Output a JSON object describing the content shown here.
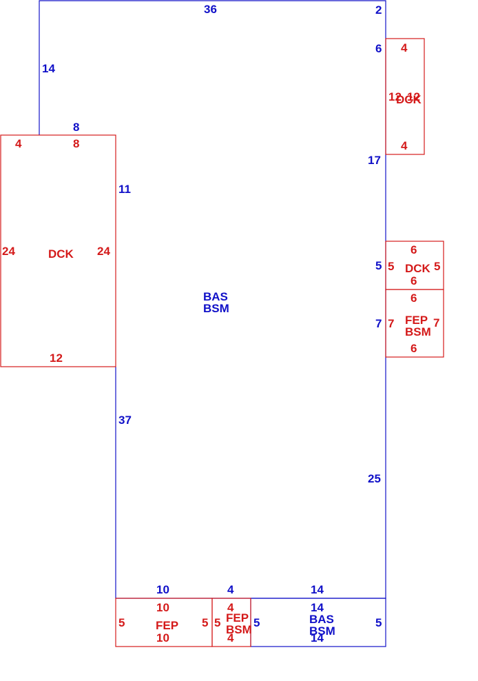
{
  "colors": {
    "main": "#1010c8",
    "addition": "#d41a1a"
  },
  "areas": {
    "main": {
      "code1": "BAS",
      "code2": "BSM"
    },
    "west_deck": {
      "code": "DCK"
    },
    "ne_deck": {
      "code": "DCK"
    },
    "east_deck": {
      "code": "DCK"
    },
    "east_porch": {
      "code1": "FEP",
      "code2": "BSM"
    },
    "south_porch": {
      "code": "FEP"
    },
    "south_porch_small": {
      "code1": "FEP",
      "code2": "BSM"
    },
    "south_bas": {
      "code1": "BAS",
      "code2": "BSM"
    }
  },
  "dims": {
    "main_top": "36",
    "main_right_top": "2",
    "main_left_top": "14",
    "main_step": "8",
    "main_left_mid": "11",
    "main_left_low": "37",
    "main_right_a": "6",
    "main_right_b": "17",
    "main_right_c": "5",
    "main_right_d": "7",
    "main_right_e": "25",
    "bottom_seg1": "10",
    "bottom_seg2": "4",
    "bottom_seg3": "14",
    "wdeck_top_left": "4",
    "wdeck_top_right": "8",
    "wdeck_left": "24",
    "wdeck_right": "24",
    "wdeck_bottom": "12",
    "ne_top": "4",
    "ne_side_a": "12",
    "ne_side_b": "12",
    "ne_bottom": "4",
    "edeck_top": "6",
    "edeck_left": "5",
    "edeck_right": "5",
    "edeck_bottom": "6",
    "eporch_top": "6",
    "eporch_left": "7",
    "eporch_right": "7",
    "eporch_bottom": "6",
    "sp_top": "10",
    "sp_left": "5",
    "sp_right": "5",
    "sp_bottom": "10",
    "sps_top": "4",
    "sps_left": "5",
    "sps_right": "5",
    "sps_bottom": "4",
    "sb_top": "14",
    "sb_right": "5",
    "sb_bottom": "14"
  }
}
